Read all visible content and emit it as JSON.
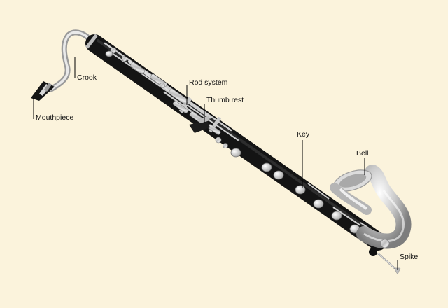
{
  "diagram": {
    "labels": {
      "crook": "Crook",
      "mouthpiece": "Mouthpiece",
      "rod_system": "Rod system",
      "thumb_rest": "Thumb rest",
      "key": "Key",
      "bell": "Bell",
      "spike": "Spike"
    }
  },
  "colors": {
    "background": "#fbf3dc",
    "body": "#111111",
    "metal": "#cfcfcf",
    "leader": "#000000"
  }
}
